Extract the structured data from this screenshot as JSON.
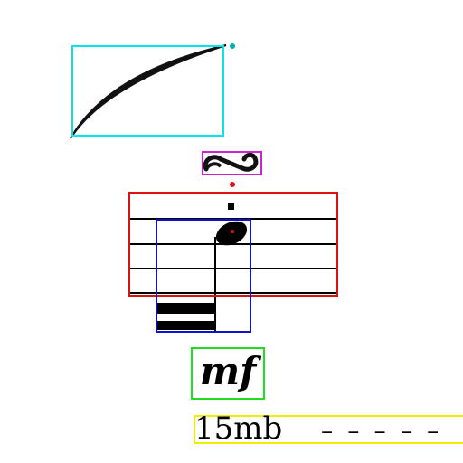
{
  "score": {
    "symbols": [
      {
        "label": "slur"
      },
      {
        "label": "turn ornament"
      },
      {
        "label": "staff with notehead"
      },
      {
        "label": "stem and ledger lines"
      },
      {
        "label": "dynamic"
      },
      {
        "label": "octave marking"
      }
    ],
    "dynamic_text": "mf",
    "ottava_text": "15mb",
    "ottava_dashes": "– – – – –"
  },
  "colors": {
    "slur": "#00e5ee",
    "turn": "#cc22cc",
    "staff": "#dd1111",
    "note": "#1111cc",
    "dynamic": "#22dd22",
    "ottava": "#eeee00"
  }
}
